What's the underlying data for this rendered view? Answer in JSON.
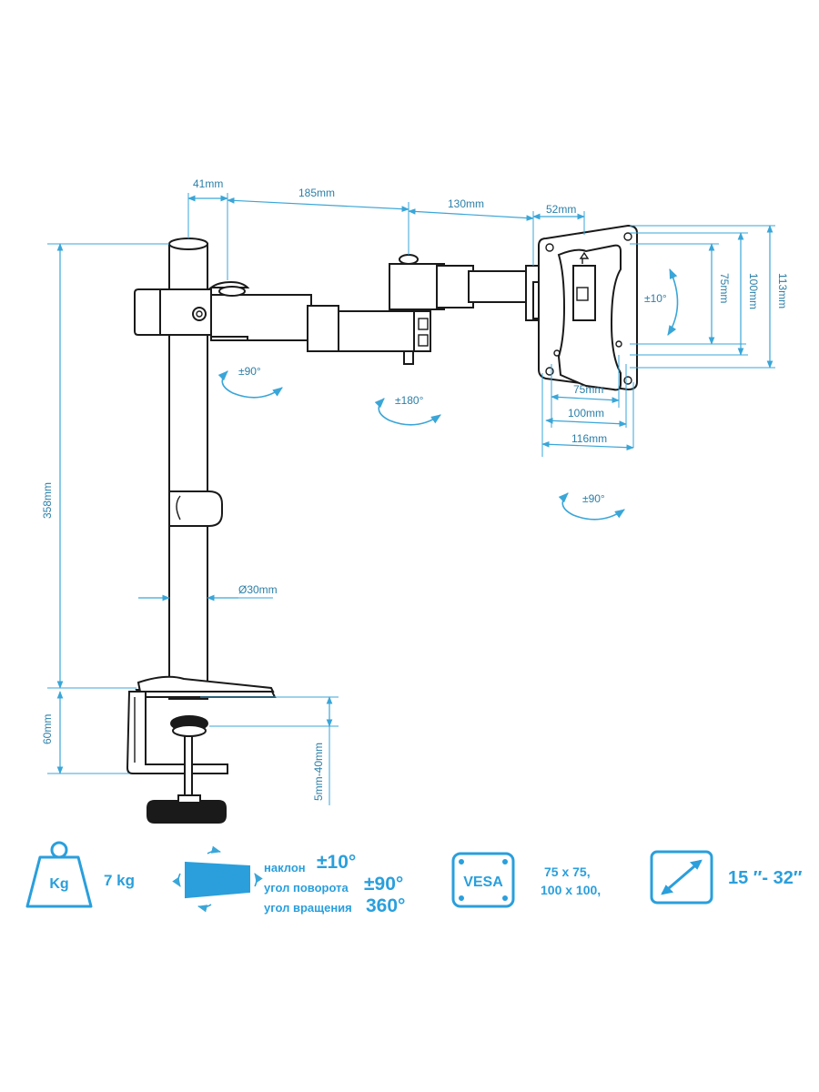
{
  "dimensions": {
    "arm_offset": "41mm",
    "arm1_length": "185mm",
    "arm2_length": "130mm",
    "head_offset": "52mm",
    "pole_height": "358mm",
    "clamp_height": "60mm",
    "clamp_range": "5mm-40mm",
    "pole_diameter": "Ø30mm",
    "vesa_h75": "75mm",
    "vesa_h100": "100mm",
    "plate_h": "113mm",
    "vesa_w75": "75mm",
    "vesa_w100": "100mm",
    "plate_w": "116mm"
  },
  "rotations": {
    "joint1": "±90°",
    "joint2": "±180°",
    "tilt": "±10°",
    "swivel": "±90°"
  },
  "specs": {
    "weight_icon_label": "Kg",
    "weight_value": "7 kg",
    "tilt_label": "наклон",
    "tilt_value": "±10°",
    "swivel_label": "угол поворота",
    "swivel_value": "±90°",
    "rotation_label": "угол вращения",
    "rotation_value": "360°",
    "vesa_icon_label": "VESA",
    "vesa_line1": "75 x 75,",
    "vesa_line2": "100 x 100,",
    "screen_size": "15 ″- 32″"
  },
  "colors": {
    "accent": "#2a9fdc",
    "dimension": "#3aa6d8",
    "line_art": "#1a1a1a"
  }
}
